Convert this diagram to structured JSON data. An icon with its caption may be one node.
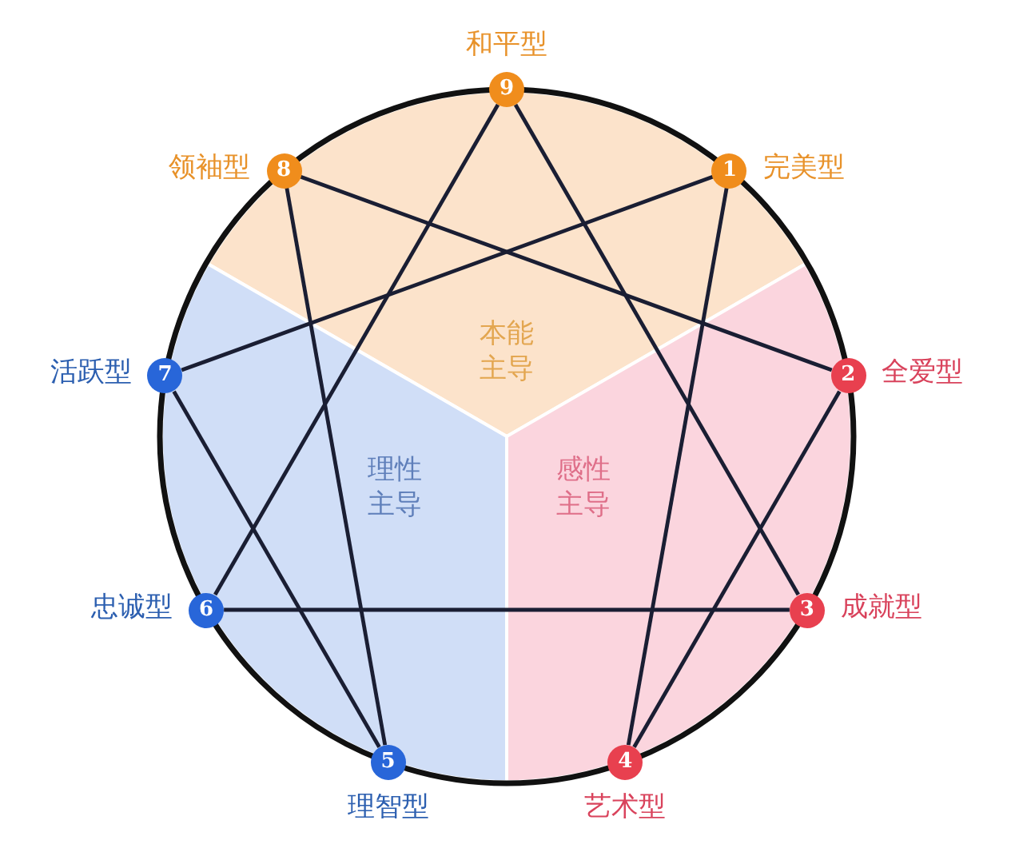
{
  "diagram": {
    "nodes": [
      {
        "text": [
          "1"
        ],
        "beside": [
          "完美型"
        ]
      },
      {
        "text": [
          "2"
        ],
        "beside": [
          "全爱型"
        ]
      },
      {
        "text": [
          "3"
        ],
        "beside": [
          "成就型"
        ]
      },
      {
        "text": [
          "4"
        ],
        "beside": [
          "艺术型"
        ]
      },
      {
        "text": [
          "5"
        ],
        "beside": [
          "理智型"
        ]
      },
      {
        "text": [
          "6"
        ],
        "beside": [
          "忠诚型"
        ]
      },
      {
        "text": [
          "7"
        ],
        "beside": [
          "活跃型"
        ]
      },
      {
        "text": [
          "8"
        ],
        "beside": [
          "领袖型"
        ]
      },
      {
        "text": [
          "9"
        ],
        "beside": [
          "和平型"
        ]
      }
    ],
    "edges": [
      {
        "from": 0,
        "to": 3,
        "arrow": "none"
      },
      {
        "from": 3,
        "to": 1,
        "arrow": "none"
      },
      {
        "from": 1,
        "to": 7,
        "arrow": "none"
      },
      {
        "from": 7,
        "to": 4,
        "arrow": "none"
      },
      {
        "from": 4,
        "to": 6,
        "arrow": "none"
      },
      {
        "from": 6,
        "to": 0,
        "arrow": "none"
      },
      {
        "from": 8,
        "to": 2,
        "arrow": "none"
      },
      {
        "from": 2,
        "to": 5,
        "arrow": "none"
      },
      {
        "from": 5,
        "to": 8,
        "arrow": "none"
      }
    ],
    "labels": [
      "本能主导",
      "理性主导",
      "感性主导"
    ]
  }
}
